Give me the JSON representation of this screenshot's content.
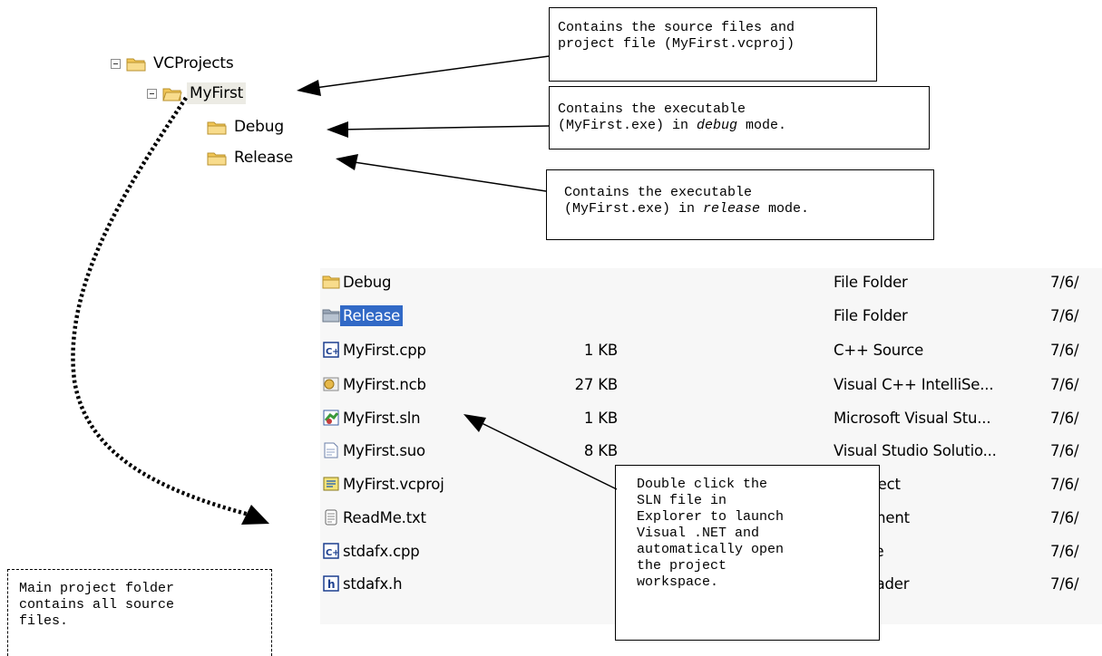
{
  "tree": {
    "root": "VCProjects",
    "project": "MyFirst",
    "children": [
      "Debug",
      "Release"
    ]
  },
  "callouts": {
    "project_folder": "Contains the source files and\nproject file (MyFirst.vcproj)",
    "debug": {
      "before": "Contains the executable\n(MyFirst.exe) in ",
      "mode": "debug",
      "after": " mode."
    },
    "release": {
      "before": "Contains the executable\n(MyFirst.exe) in ",
      "mode": "release",
      "after": " mode."
    },
    "sln": "Double click the\nSLN file in\nExplorer to launch\nVisual .NET and\nautomatically open\nthe project\nworkspace.",
    "main_folder": "Main project folder\ncontains all source\nfiles."
  },
  "files": [
    {
      "name": "Debug",
      "size": "",
      "type": "File Folder",
      "date": "7/6/",
      "icon": "folder-icon"
    },
    {
      "name": "Release",
      "size": "",
      "type": "File Folder",
      "date": "7/6/",
      "icon": "folder-icon",
      "selected": true
    },
    {
      "name": "MyFirst.cpp",
      "size": "1 KB",
      "type": "C++ Source",
      "date": "7/6/",
      "icon": "cpp-file-icon"
    },
    {
      "name": "MyFirst.ncb",
      "size": "27 KB",
      "type": "Visual C++ IntelliSe...",
      "date": "7/6/",
      "icon": "ncb-file-icon"
    },
    {
      "name": "MyFirst.sln",
      "size": "1 KB",
      "type": "Microsoft Visual Stu...",
      "date": "7/6/",
      "icon": "sln-file-icon"
    },
    {
      "name": "MyFirst.suo",
      "size": "8 KB",
      "type": "Visual Studio Solutio...",
      "date": "7/6/",
      "icon": "suo-file-icon"
    },
    {
      "name": "MyFirst.vcproj",
      "size": "",
      "type": "+ Project",
      "date": "7/6/",
      "icon": "vcproj-file-icon"
    },
    {
      "name": "ReadMe.txt",
      "size": "",
      "type": "Document",
      "date": "7/6/",
      "icon": "text-file-icon"
    },
    {
      "name": "stdafx.cpp",
      "size": "",
      "type": "Source",
      "date": "7/6/",
      "icon": "cpp-file-icon"
    },
    {
      "name": "stdafx.h",
      "size": "",
      "type": "-+ Header",
      "date": "7/6/",
      "icon": "header-file-icon"
    }
  ],
  "colors": {
    "selection": "#3169c6",
    "folder": "#f2c656",
    "list_background": "#f7f7f7"
  }
}
